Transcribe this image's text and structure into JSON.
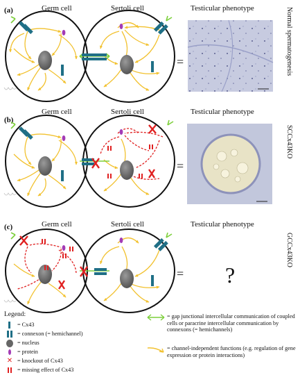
{
  "panels": [
    {
      "letter": "(a)",
      "germ": "Germ cell",
      "sertoli": "Sertoli cell",
      "phenotype": "Testicular phenotype",
      "side": "Normal spermatogenesis"
    },
    {
      "letter": "(b)",
      "germ": "Germ cell",
      "sertoli": "Sertoli cell",
      "phenotype": "Testicular phenotype",
      "side": "SCCx43KO"
    },
    {
      "letter": "(c)",
      "germ": "Germ cell",
      "sertoli": "Sertoli cell",
      "phenotype": "Testicular phenotype",
      "side": "GCCx43KO",
      "unknown": "?"
    }
  ],
  "equals": "=",
  "legend": {
    "title": "Legend:",
    "cx43": "= Cx43",
    "connexon": "= connexon (= hemichannel)",
    "nucleus": "= nucleus",
    "protein": "= protein",
    "knockout": "= knockout of Cx43",
    "missing": "= missing effect of Cx43",
    "gap": "= gap junctional intercellular communication of coupled cells or paracrine intercellular communication by connexons (= hemichannels)",
    "independent": "= channel-independent functions (e.g. regulation of gene expression or protein interactions)"
  },
  "colors": {
    "cell_outline": "#111111",
    "arrow": "#f2c12e",
    "gap_arrow": "#7ccf3a",
    "cx43": "#1f6f86",
    "nucleus": "#6b6b6b",
    "protein": "#a33bb5",
    "knockout": "#e02020",
    "micro_bg": "#c9cde0"
  }
}
